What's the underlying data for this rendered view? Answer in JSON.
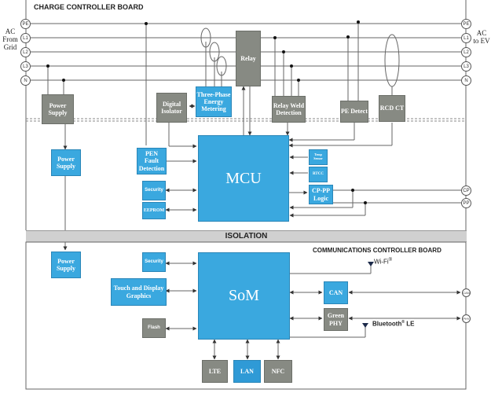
{
  "boards": {
    "charge": "CHARGE CONTROLLER BOARD",
    "isolation": "ISOLATION",
    "comms": "COMMUNICATIONS CONTROLLER BOARD"
  },
  "ac_in": [
    "AC",
    "From",
    "Grid"
  ],
  "ac_out": [
    "AC",
    "to EV"
  ],
  "line_nodes": [
    "PE",
    "L1",
    "L2",
    "L3",
    "N"
  ],
  "side_nodes": {
    "cp": "CP",
    "pp": "PP",
    "can": "CAN",
    "phy": "PHY"
  },
  "blocks": {
    "power_supply_hv": "Power Supply",
    "power_supply_lv": "Power Supply",
    "power_supply_comm": "Power Supply",
    "digital_isolator": "Digital Isolator",
    "three_phase": "Three-Phase Energy Metering",
    "relay": "Relay",
    "relay_weld": "Relay Weld Detection",
    "pe_detect": "PE Detect",
    "rcd_ct": "RCD CT",
    "pen_fault": "PEN Fault Detection",
    "security_mcu": "Security",
    "eeprom": "EEPROM",
    "mcu": "MCU",
    "temp_sensor": "Temp Sensor",
    "rtcc": "RTCC",
    "cp_pp": "CP-PP Logic",
    "security_som": "Security",
    "touch": "Touch and Display Graphics",
    "flash": "Flash",
    "som": "SoM",
    "can": "CAN",
    "green_phy": "Green PHY",
    "lte": "LTE",
    "lan": "LAN",
    "nfc": "NFC"
  },
  "wireless": {
    "wifi": "Wi-Fi",
    "wifi_mark": "®",
    "bt": "Bluetooth",
    "bt_mark": "®",
    "bt_suffix": " LE"
  },
  "colors": {
    "blue": "#3aa8df",
    "gray": "#878a83",
    "isolation_bar": "#d0d0d0"
  }
}
